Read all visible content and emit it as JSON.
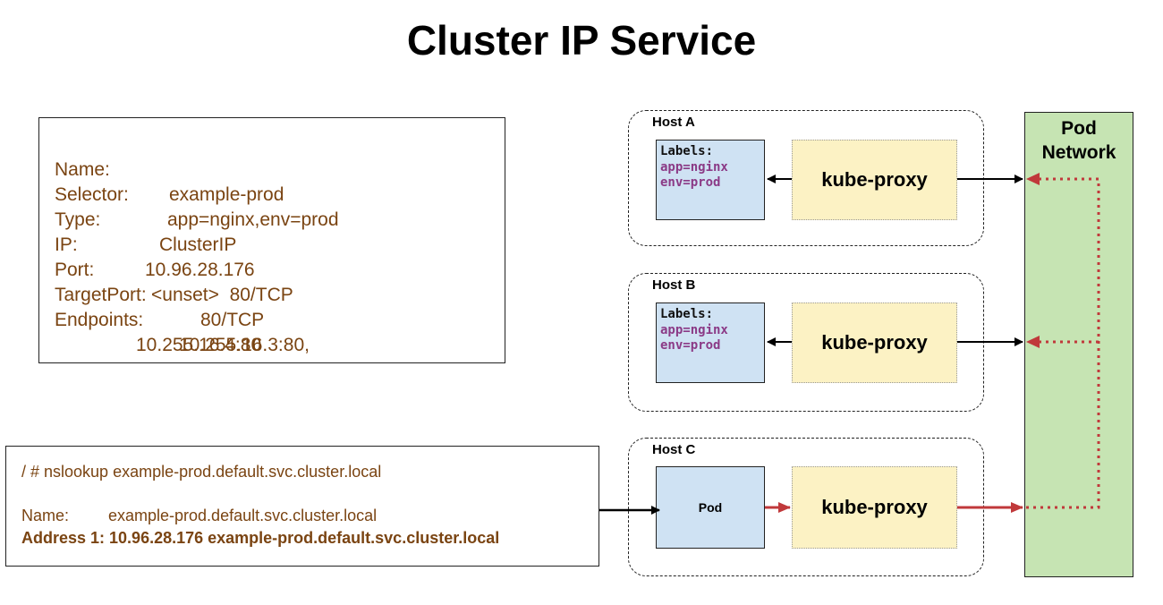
{
  "title": "Cluster IP Service",
  "service": {
    "name_key": "Name:",
    "name_val": "example-prod",
    "selector_key": "Selector:",
    "selector_val": "app=nginx,env=prod",
    "type_key": "Type:",
    "type_val": "ClusterIP",
    "ip_key": "IP:",
    "ip_val": "10.96.28.176",
    "port_key": "Port:",
    "port_val": "<unset>  80/TCP",
    "targetport_key": "TargetPort:",
    "targetport_val": "80/TCP",
    "endpoints_key": "Endpoints:",
    "endpoints_val1": "10.255.16.3:80,",
    "endpoints_val2": "10.255.16.4:80"
  },
  "nslookup": {
    "command": "/ # nslookup example-prod.default.svc.cluster.local",
    "name_key": "Name:",
    "name_val": "example-prod.default.svc.cluster.local",
    "address": "Address 1: 10.96.28.176 example-prod.default.svc.cluster.local"
  },
  "hosts": [
    {
      "title": "Host A",
      "labels_title": "Labels:",
      "label1": "app=nginx",
      "label2": "env=prod",
      "proxy": "kube-proxy"
    },
    {
      "title": "Host B",
      "labels_title": "Labels:",
      "label1": "app=nginx",
      "label2": "env=prod",
      "proxy": "kube-proxy"
    },
    {
      "title": "Host C",
      "pod": "Pod",
      "proxy": "kube-proxy"
    }
  ],
  "pod_network": {
    "line1": "Pod",
    "line2": "Network"
  },
  "colors": {
    "red_arrow": "#c0393b",
    "pod_network_bg": "#c6e4b3",
    "proxy_bg": "#fcf2c4",
    "labels_bg": "#cfe2f3",
    "service_text": "#7a4412",
    "label_text": "#8b3a86"
  }
}
